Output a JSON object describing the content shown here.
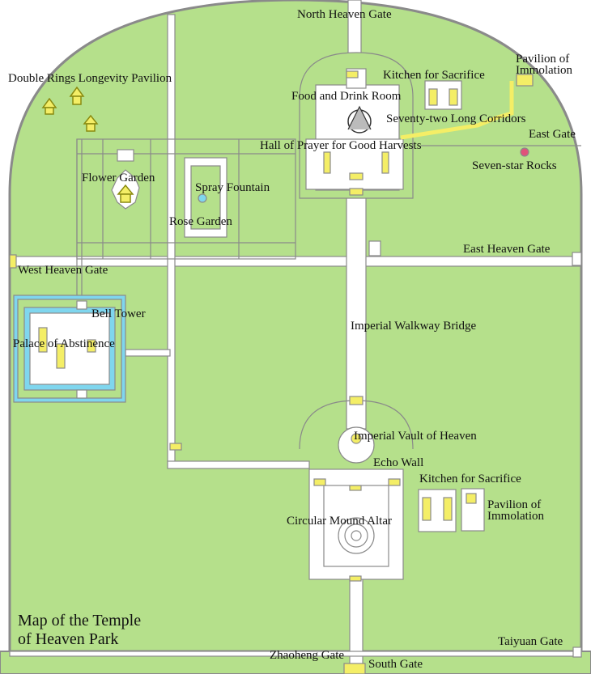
{
  "map": {
    "title_line1": "Map of the Temple",
    "title_line2": "of Heaven Park",
    "labels": {
      "north_heaven_gate": "North Heaven Gate",
      "double_rings_pavilion": "Double Rings Longevity Pavilion",
      "kitchen_north": "Kitchen for Sacrifice",
      "pavilion_immolation_north": "Pavilion of\nImmolation",
      "food_drink_room": "Food and Drink Room",
      "seventy_two_corridors": "Seventy-two Long Corridors",
      "east_gate": "East Gate",
      "hall_of_prayer": "Hall of Prayer for Good Harvests",
      "seven_star_rocks": "Seven-star Rocks",
      "flower_garden": "Flower Garden",
      "spray_fountain": "Spray Fountain",
      "rose_garden": "Rose Garden",
      "east_heaven_gate": "East Heaven Gate",
      "west_heaven_gate": "West Heaven Gate",
      "bell_tower": "Bell Tower",
      "imperial_walkway_bridge": "Imperial Walkway Bridge",
      "palace_of_abstinence": "Palace of Abstinence",
      "imperial_vault": "Imperial Vault of Heaven",
      "echo_wall": "Echo Wall",
      "kitchen_south": "Kitchen for Sacrifice",
      "pavilion_immolation_south": "Pavilion of\nImmolation",
      "circular_mound_altar": "Circular Mound Altar",
      "taiyuan_gate": "Taiyuan Gate",
      "zhaoheng_gate": "Zhaoheng Gate",
      "south_gate": "South Gate"
    },
    "colors": {
      "park_green": "#b5e08b",
      "road": "#ffffff",
      "road_edge": "#8a8a8a",
      "hall_yellow": "#f4ee66",
      "moat_blue": "#7fd6ee",
      "rock_pink": "#e0537a",
      "pavilion_olive": "#8a8a10"
    }
  }
}
